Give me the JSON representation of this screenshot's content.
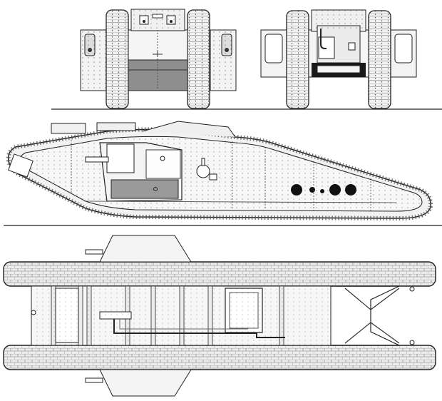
{
  "drawing": {
    "views": [
      {
        "id": "front",
        "label": ""
      },
      {
        "id": "rear",
        "label": ""
      },
      {
        "id": "side",
        "label": ""
      },
      {
        "id": "top",
        "label": ""
      }
    ],
    "colors": {
      "line": "#2b2b2b",
      "paper": "#ffffff",
      "hull": "#f4f4f4",
      "track": "#e4e4e4",
      "shade": "#9a9a9a",
      "dark": "#1a1a1a"
    }
  }
}
